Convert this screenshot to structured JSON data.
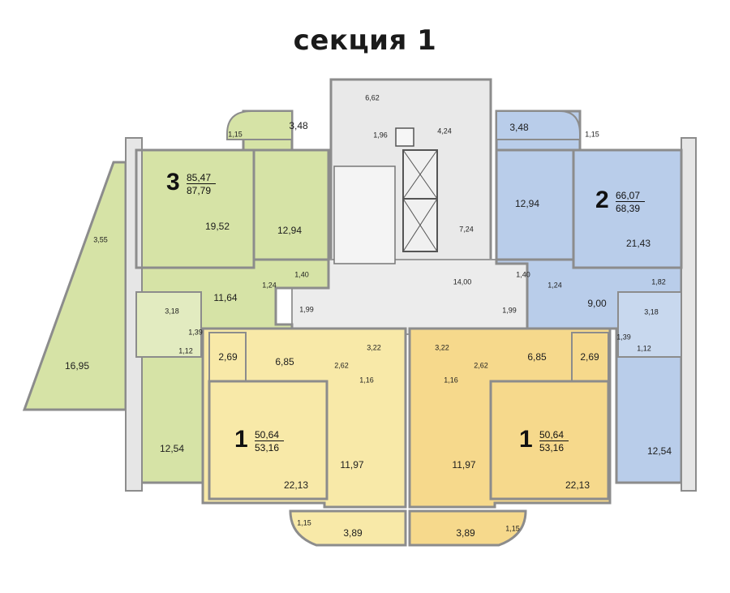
{
  "title": "секция 1",
  "apartments": [
    {
      "rooms": "3",
      "area_total": "85,47",
      "area_full": "87,79"
    },
    {
      "rooms": "2",
      "area_total": "66,07",
      "area_full": "68,39"
    },
    {
      "rooms": "1",
      "area_total": "50,64",
      "area_full": "53,16"
    },
    {
      "rooms": "1",
      "area_total": "50,64",
      "area_full": "53,16"
    }
  ],
  "room_areas": [
    "6,62",
    "1,96",
    "4,24",
    "7,24",
    "14,00",
    "3,48",
    "1,15",
    "19,52",
    "12,94",
    "1,24",
    "1,40",
    "11,64",
    "1,99",
    "3,18",
    "1,39",
    "1,12",
    "12,54",
    "3,55",
    "16,95",
    "3,48",
    "1,15",
    "12,94",
    "21,43",
    "1,40",
    "1,24",
    "1,82",
    "9,00",
    "1,99",
    "3,18",
    "1,39",
    "1,12",
    "12,54",
    "2,69",
    "6,85",
    "2,62",
    "3,22",
    "1,16",
    "11,97",
    "22,13",
    "3,89",
    "1,15",
    "3,22",
    "1,16",
    "2,62",
    "6,85",
    "2,69",
    "11,97",
    "22,13",
    "3,89",
    "1,15"
  ],
  "colors": {
    "apartment_3": "#d6e3a6",
    "apartment_2": "#b9cdea",
    "apartment_1_left": "#f8e9a8",
    "apartment_1_right": "#f6d98c",
    "common_area": "#e9e9e9",
    "walls": "#8c8c8c"
  }
}
